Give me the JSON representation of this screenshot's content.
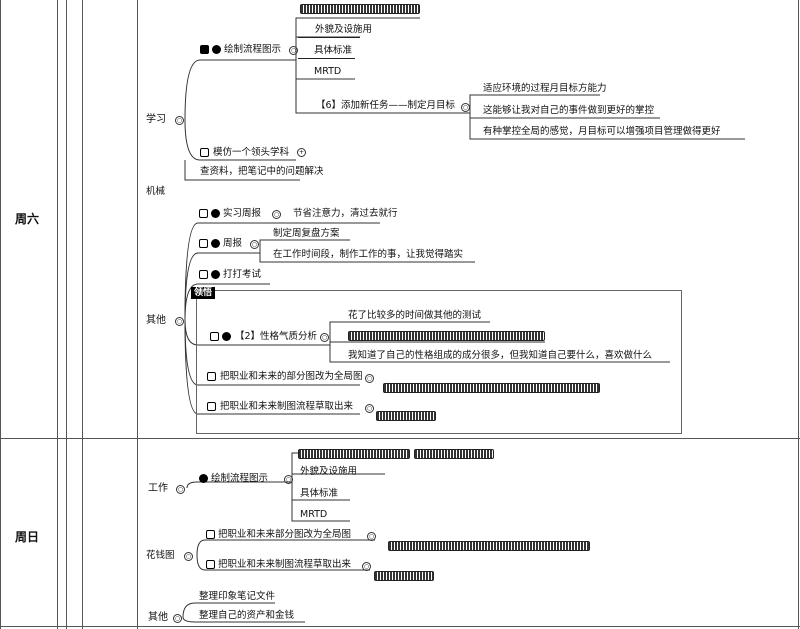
{
  "rows": [
    {
      "day": "周六",
      "study": {
        "label": "学习",
        "nodes": [
          {
            "text": "绘制流程图示"
          },
          {
            "text": "外貌及设施用"
          },
          {
            "text": "具体标准"
          },
          {
            "text": "MRTD"
          },
          {
            "text": "【6】添加新任务——制定月目标"
          },
          {
            "text": "适应环境的过程月目标方能力"
          },
          {
            "text": "这能够让我对自己的事件做到更好的掌控"
          },
          {
            "text": "有种掌控全局的感觉，月目标可以增强项目管理做得更好"
          },
          {
            "text": "模仿一个领头学科"
          },
          {
            "text": "查资料，把笔记中的问题解决"
          }
        ]
      },
      "mid_label": "机械",
      "other": {
        "label": "其他",
        "nodes": [
          {
            "text": "实习周报"
          },
          {
            "text": "节省注意力，清过去就行"
          },
          {
            "text": "周报"
          },
          {
            "text": "制定周复盘方案"
          },
          {
            "text": "在工作时间段，制作工作的事，让我觉得踏实"
          },
          {
            "text": "打打考试"
          },
          {
            "text": "领悟"
          },
          {
            "text": "【2】性格气质分析"
          },
          {
            "text": "花了比较多的时间做其他的测试"
          },
          {
            "text": "我知道了自己的性格组成的成分很多，但我知道自己要什么，喜欢做什么"
          },
          {
            "text": "把职业和未来的部分图改为全局图"
          },
          {
            "text": "把职业和未来制图流程草取出来"
          }
        ]
      }
    },
    {
      "day": "周日",
      "work": {
        "label": "工作",
        "nodes": [
          {
            "text": "绘制流程图示"
          },
          {
            "text": "外貌及设施用"
          },
          {
            "text": "具体标准"
          },
          {
            "text": "MRTD"
          }
        ]
      },
      "flower": {
        "label": "花钱图",
        "nodes": [
          {
            "text": "把职业和未来部分图改为全局图"
          },
          {
            "text": "把职业和未来制图流程草取出来"
          }
        ]
      },
      "other": {
        "label": "其他",
        "nodes": [
          {
            "text": "整理印象笔记文件"
          },
          {
            "text": "整理自己的资产和金钱"
          }
        ]
      }
    }
  ]
}
